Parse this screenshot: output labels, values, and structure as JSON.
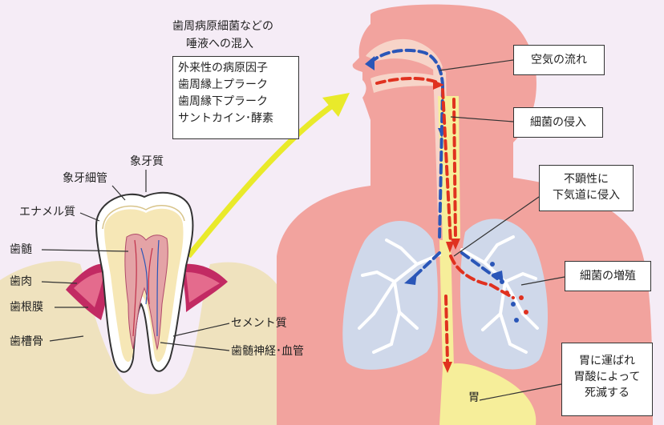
{
  "colors": {
    "background": "#f5ecf6",
    "body": "#f2a39e",
    "airway": "#f7d4c8",
    "trachea": "#f6ee9a",
    "lungs": "#cfd8ea",
    "bronchi": "#ffffff",
    "air_flow_arrow": "#2a56b8",
    "bacteria_arrow": "#e0311f",
    "pointer_arrow": "#e9ea2a",
    "gum": "#c22a63",
    "bone": "#efe2be",
    "dentin": "#f6e7b6",
    "pulp": "#e4a3a6",
    "stomach": "#f6ee9a"
  },
  "source": {
    "heading_line1": "歯周病原細菌などの",
    "heading_line2": "唾液への混入",
    "items": [
      "外来性の病原因子",
      "歯周縁上プラーク",
      "歯周縁下プラーク",
      "サントカイン･酵素"
    ]
  },
  "tooth_labels": {
    "zouge": "象牙質",
    "zouge_saikan": "象牙細管",
    "enamel": "エナメル質",
    "shizui": "歯髄",
    "shiniku": "歯肉",
    "shikonmaku": "歯根膜",
    "shisoukotsu": "歯槽骨",
    "cementum": "セメント質",
    "nerve": "歯髄神経･血管"
  },
  "body_labels": {
    "air_flow": "空気の流れ",
    "bacteria_invasion": "細菌の侵入",
    "aspiration_line1": "不顕性に",
    "aspiration_line2": "下気道に侵入",
    "proliferation": "細菌の増殖",
    "stomach_label": "胃",
    "stomach_fate_line1": "胃に運ばれ",
    "stomach_fate_line2": "胃酸によって",
    "stomach_fate_line3": "死滅する"
  }
}
